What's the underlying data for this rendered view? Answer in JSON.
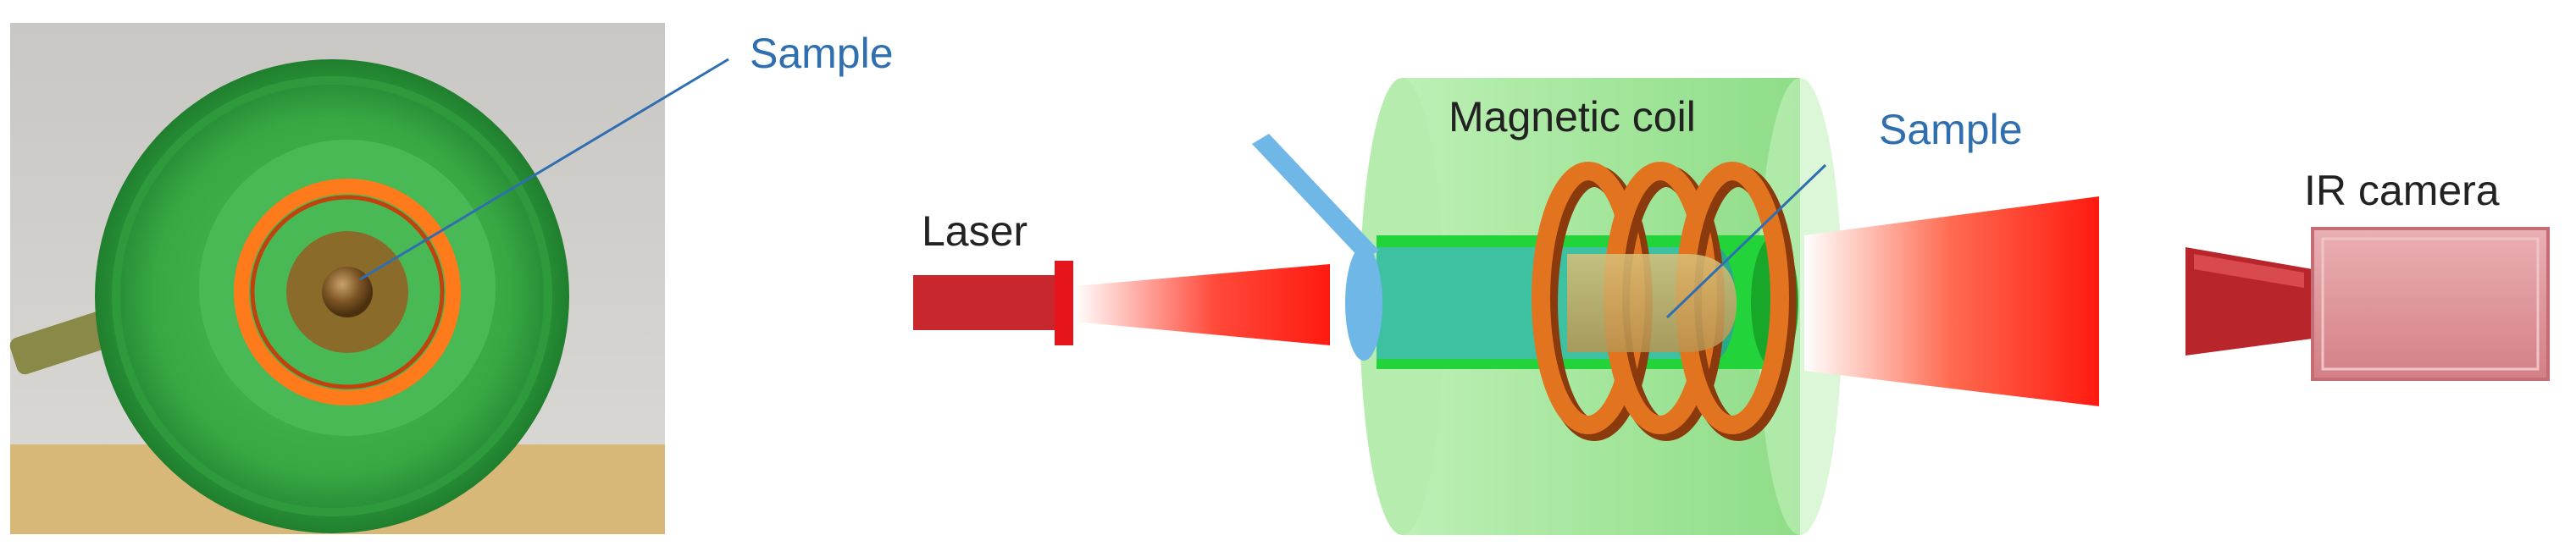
{
  "labels": {
    "photo_sample": "Sample",
    "laser": "Laser",
    "magnetic_coil": "Magnetic coil",
    "schematic_sample": "Sample",
    "ir_camera": "IR camera"
  },
  "colors": {
    "label_blue": "#2f6fb0",
    "label_black": "#222222",
    "coil_copper": "#d2691e",
    "coil_green": "#3fbf3f",
    "laser_red": "#c8282d",
    "beam_red": "#ff1a10",
    "cylinder_green": "#9fe49a",
    "tube_teal": "#3ec1a0",
    "window_blue": "#6fb7e6",
    "camera_pink": "#df8f95",
    "camera_lens": "#b8262c",
    "wood": "#d8b878"
  }
}
